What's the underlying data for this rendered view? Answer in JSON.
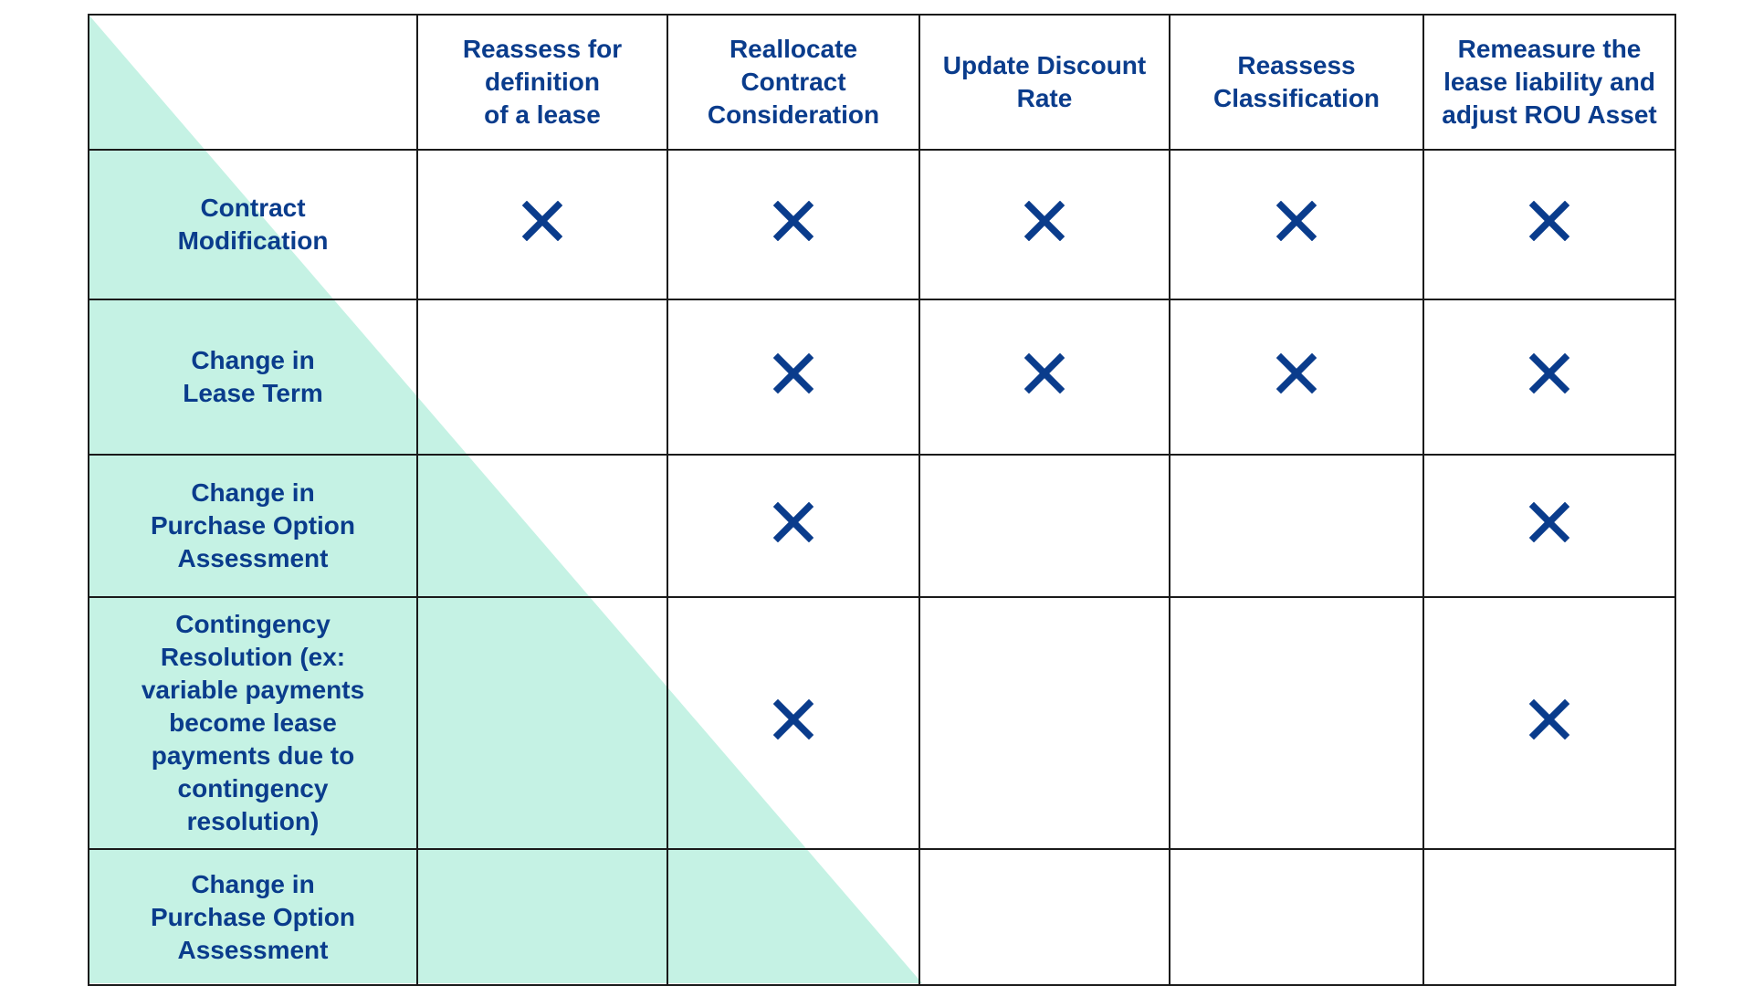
{
  "colors": {
    "text": "#0a3c8c",
    "mark": "#0a3c8c",
    "triangle": "#c5f2e4",
    "border": "#1a1a1a"
  },
  "columns": [
    {
      "label": "Reassess for\ndefinition\nof a lease"
    },
    {
      "label": "Reallocate\nContract\nConsideration"
    },
    {
      "label": "Update Discount\nRate"
    },
    {
      "label": "Reassess\nClassification"
    },
    {
      "label": "Remeasure the\nlease liability and\nadjust ROU Asset"
    }
  ],
  "rows": [
    {
      "label": "Contract\nModification",
      "marks": [
        true,
        true,
        true,
        true,
        true
      ]
    },
    {
      "label": "Change in\nLease Term",
      "marks": [
        false,
        true,
        true,
        true,
        true
      ]
    },
    {
      "label": "Change in\nPurchase Option\nAssessment",
      "marks": [
        false,
        true,
        false,
        false,
        true
      ]
    },
    {
      "label": "Contingency\nResolution (ex:\nvariable payments\nbecome lease\npayments due to\ncontingency\nresolution)",
      "marks": [
        false,
        true,
        false,
        false,
        true
      ]
    },
    {
      "label": "Change in\nPurchase Option\nAssessment",
      "marks": [
        false,
        false,
        false,
        false,
        false
      ]
    }
  ],
  "mark_icon": "x-mark-icon"
}
